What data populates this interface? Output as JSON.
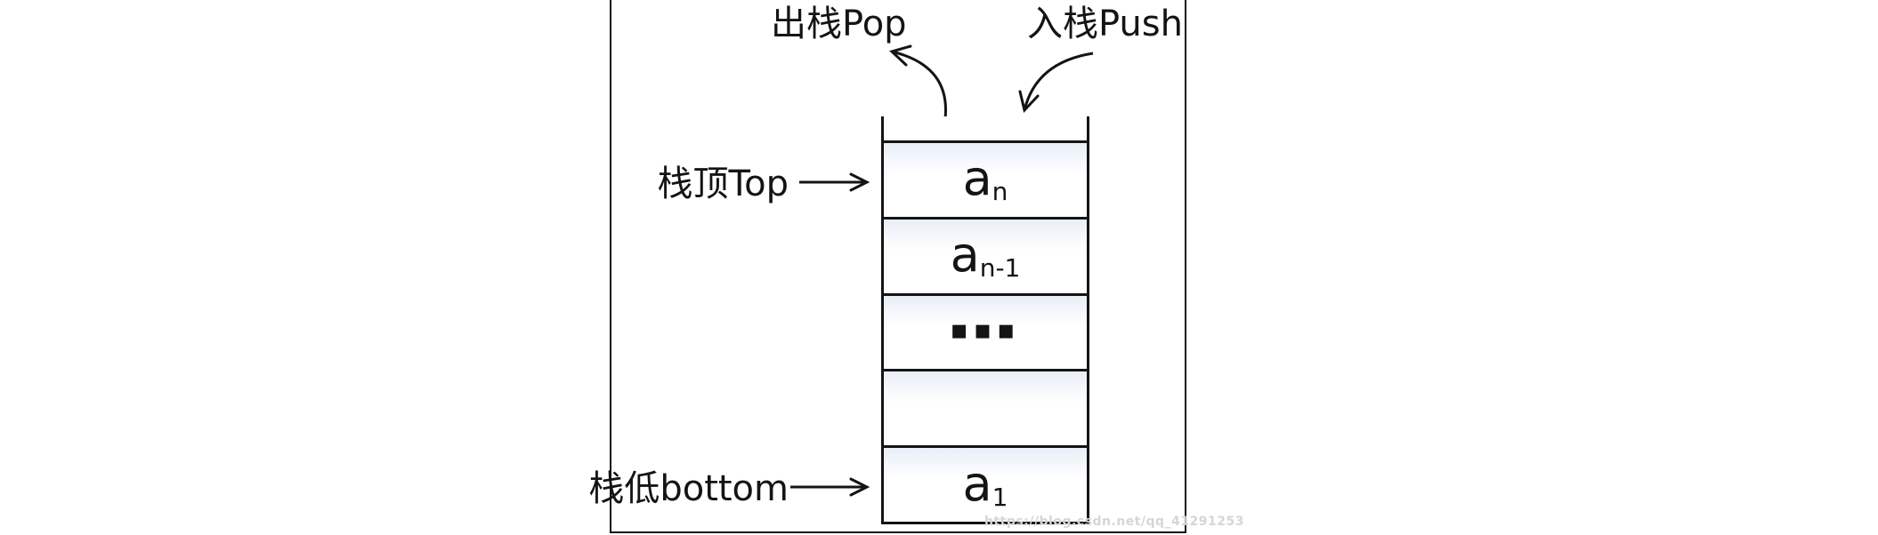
{
  "diagram": {
    "pop_label": "出栈Pop",
    "push_label": "入栈Push",
    "top_pointer_label": "栈顶Top",
    "bottom_pointer_label": "栈低bottom",
    "stack": {
      "cells": [
        {
          "base": "a",
          "sub": "n"
        },
        {
          "base": "a",
          "sub": "n-1"
        },
        {
          "dots": "▪▪▪"
        },
        {
          "base": "",
          "sub": ""
        },
        {
          "base": "a",
          "sub": "1"
        }
      ]
    },
    "colors": {
      "line": "#141414",
      "cell_tint": "#e8eef7",
      "watermark": "#d6d6d6"
    }
  },
  "watermark_text": "https://blog.csdn.net/qq_41291253"
}
